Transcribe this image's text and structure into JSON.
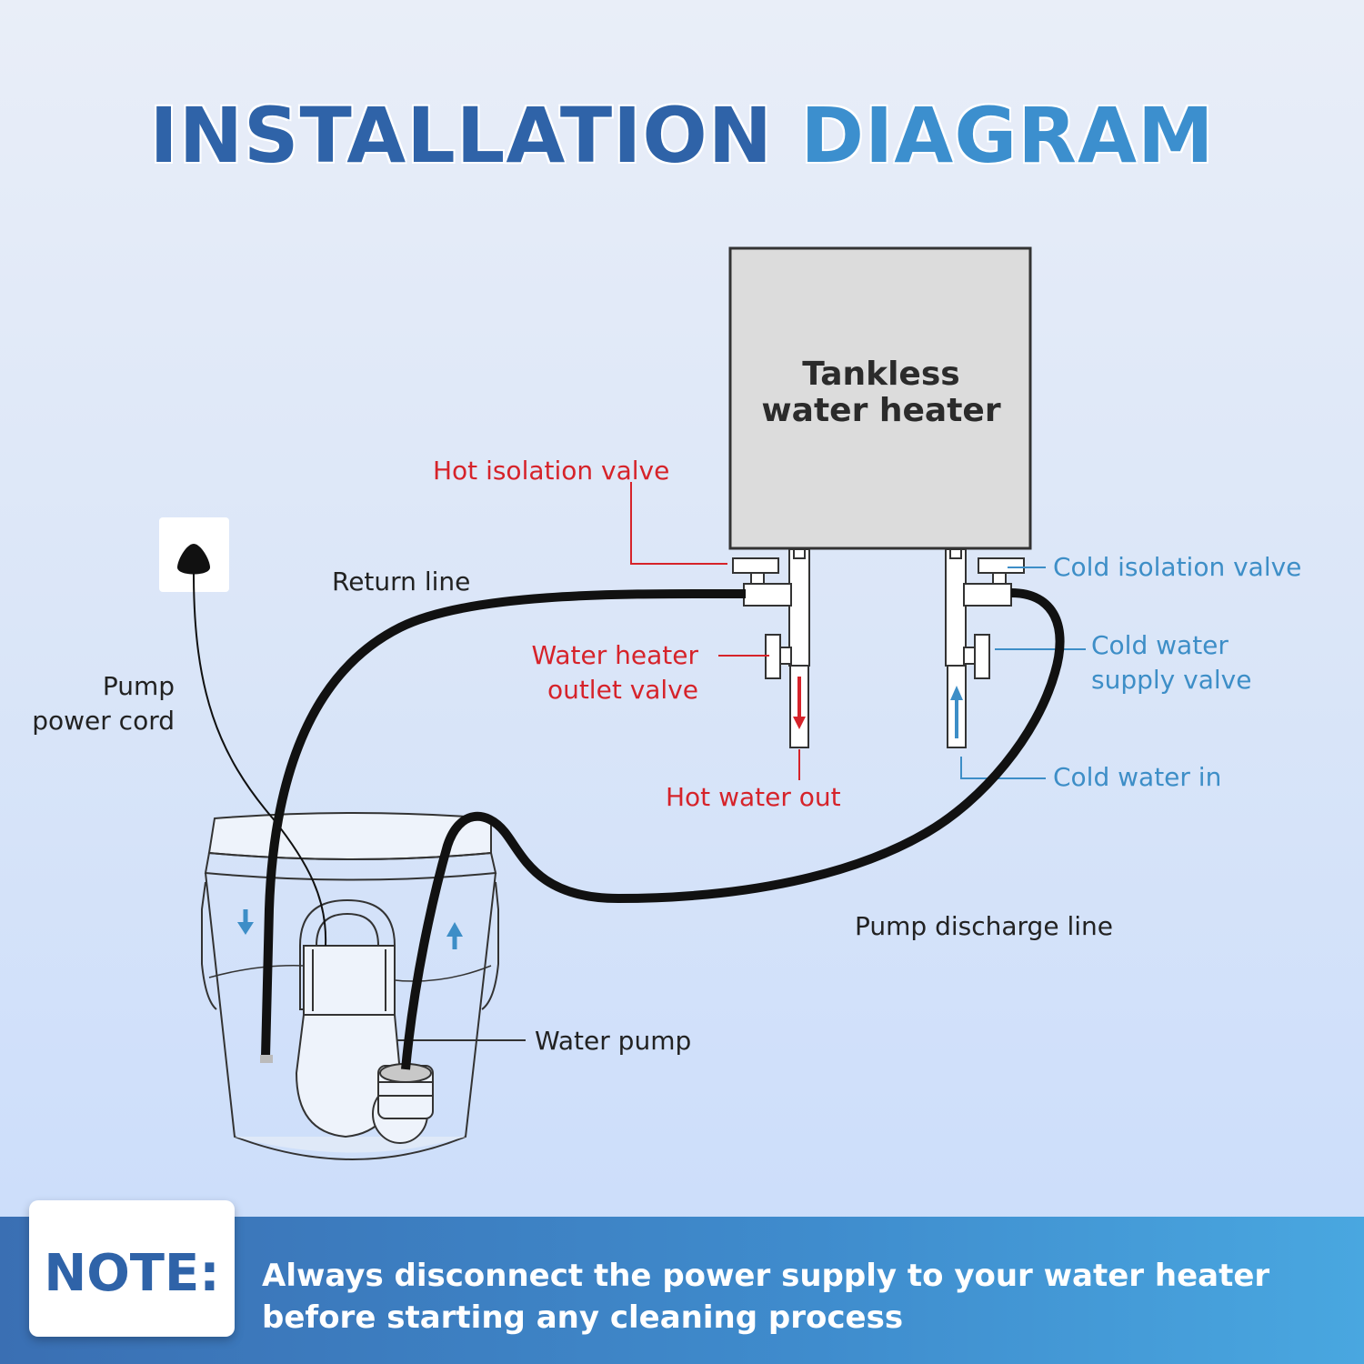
{
  "title": {
    "part1": "INSTALLATION",
    "part2": "DIAGRAM"
  },
  "heater": {
    "line1": "Tankless",
    "line2": "water heater"
  },
  "labels": {
    "hot_isolation_valve": "Hot isolation valve",
    "return_line": "Return line",
    "water_heater_outlet_valve_1": "Water heater",
    "water_heater_outlet_valve_2": "outlet valve",
    "hot_water_out": "Hot water out",
    "cold_isolation_valve": "Cold isolation valve",
    "cold_water_supply_valve_1": "Cold water",
    "cold_water_supply_valve_2": "supply valve",
    "cold_water_in": "Cold water in",
    "pump_power_cord_1": "Pump",
    "pump_power_cord_2": "power cord",
    "pump_discharge_line": "Pump discharge line",
    "water_pump": "Water pump"
  },
  "note": {
    "label": "NOTE:",
    "text": "Always disconnect the power supply to your water heater before starting any cleaning process"
  },
  "colors": {
    "hot": "#d6232a",
    "cold": "#3d8ec7",
    "title_dark": "#2f63a8",
    "title_light": "#3c8fce"
  }
}
